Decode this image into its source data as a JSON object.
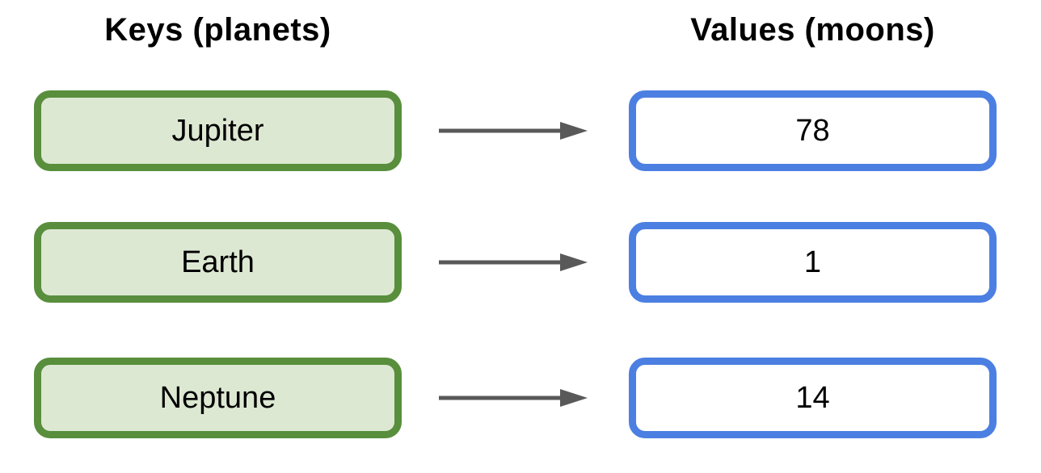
{
  "headers": {
    "keys": "Keys (planets)",
    "values": "Values (moons)"
  },
  "mappings": [
    {
      "key": "Jupiter",
      "value": "78"
    },
    {
      "key": "Earth",
      "value": "1"
    },
    {
      "key": "Neptune",
      "value": "14"
    }
  ],
  "icons": {
    "arrow": "right-arrow-icon"
  },
  "colors": {
    "key_fill": "#dde8d2",
    "key_border": "#588e3c",
    "value_fill": "#ffffff",
    "value_border": "#4c7fe2",
    "arrow": "#595959",
    "text": "#000000"
  }
}
